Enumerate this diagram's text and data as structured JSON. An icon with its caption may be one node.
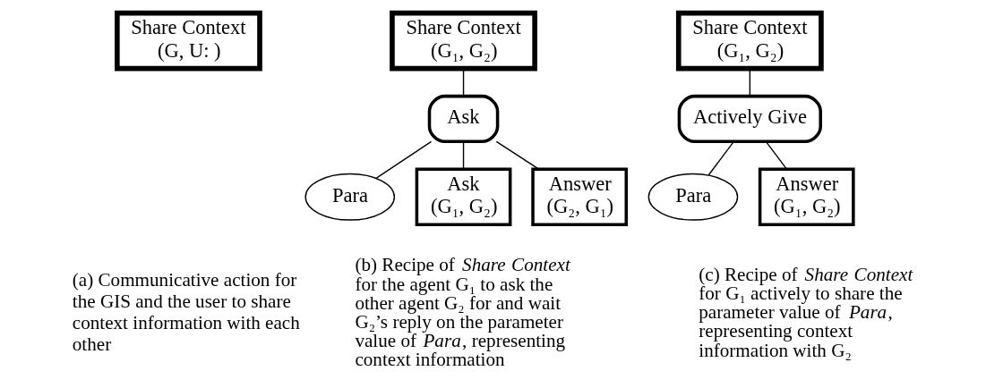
{
  "diagram": {
    "nodes": [
      {
        "text": [
          "Share Context (G, U: )"
        ]
      },
      {
        "text": [
          "Share Context (G₁, G₂)"
        ]
      },
      {
        "text": [
          "Ask"
        ]
      },
      {
        "text": [
          "Para"
        ]
      },
      {
        "text": [
          "Ask (G₁, G₂)"
        ]
      },
      {
        "text": [
          "Answer (G₂, G₁)"
        ]
      },
      {
        "text": [
          "Share Context (G₁, G₂)"
        ]
      },
      {
        "text": [
          "Actively Give"
        ]
      },
      {
        "text": [
          "Para"
        ]
      },
      {
        "text": [
          "Answer (G₁, G₂)"
        ]
      }
    ],
    "edges": [
      {
        "from": 1,
        "to": 2,
        "arrow": "none"
      },
      {
        "from": 2,
        "to": 3,
        "arrow": "none"
      },
      {
        "from": 2,
        "to": 4,
        "arrow": "none"
      },
      {
        "from": 2,
        "to": 5,
        "arrow": "none"
      },
      {
        "from": 6,
        "to": 7,
        "arrow": "none"
      },
      {
        "from": 7,
        "to": 8,
        "arrow": "none"
      },
      {
        "from": 7,
        "to": 9,
        "arrow": "none"
      }
    ],
    "labels": [
      "(a) Communicative action for the GIS and the user to share context information with each other",
      "(b) Recipe of *Share Context* for the agent G₁ to ask the other agent G₂ for and wait G₂’s reply on the parameter value of *Para*, representing context information",
      "(c) Recipe of *Share Context* for G₁ actively to share the parameter value of *Para*, representing context information with G₂"
    ]
  }
}
